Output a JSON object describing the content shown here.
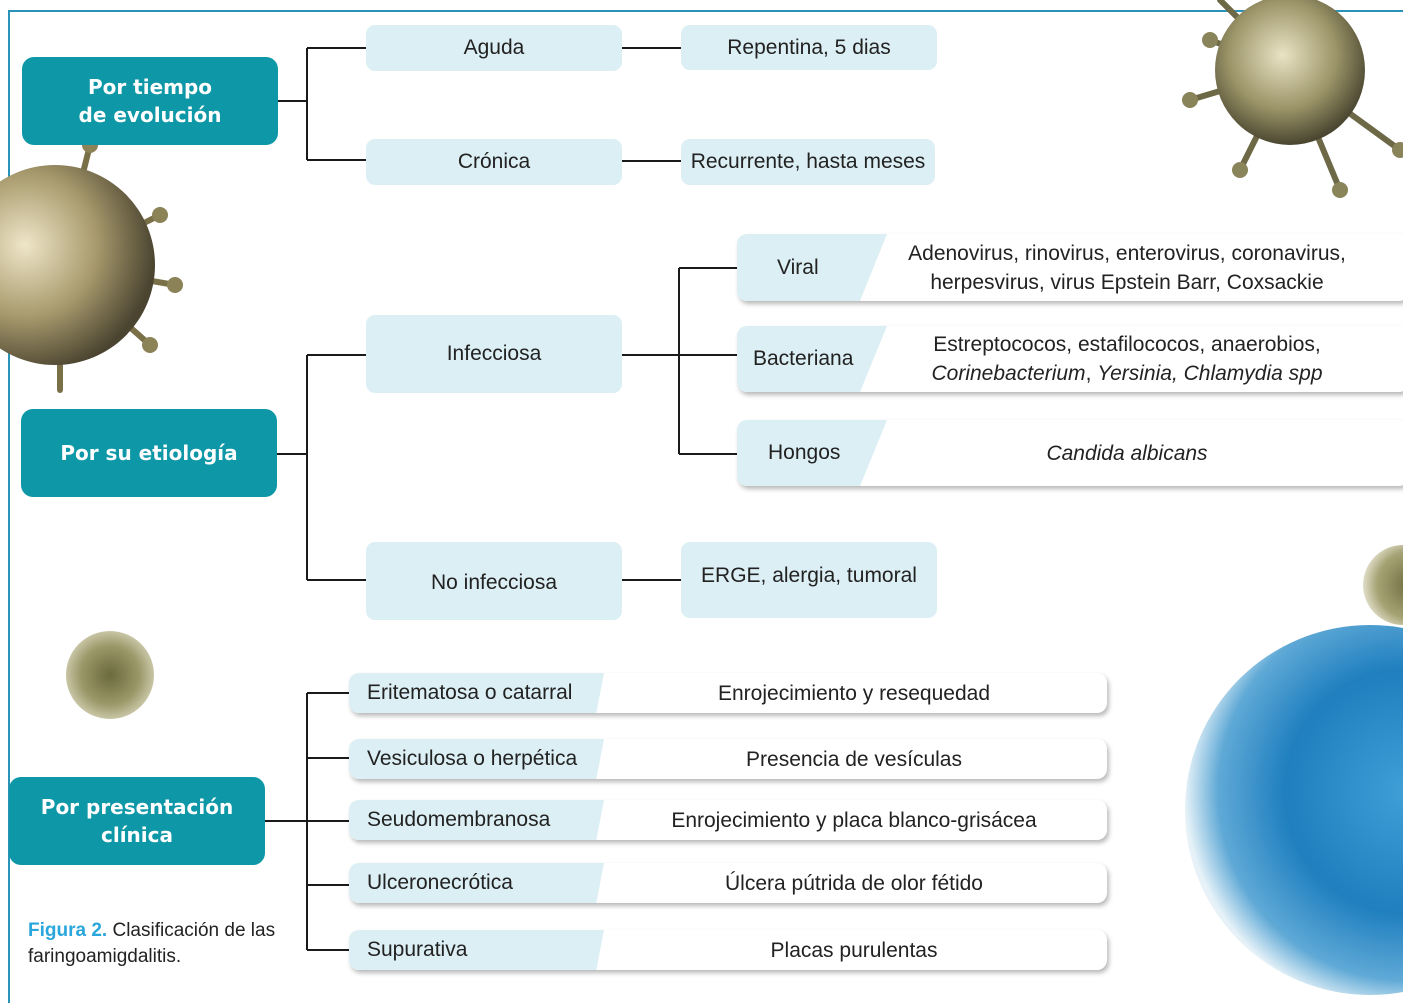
{
  "colors": {
    "category_bg": "#0e97a6",
    "node_bg": "#dceff4",
    "frame": "#2b93b8",
    "caption_accent": "#29a6dc",
    "line": "#1a1a1a"
  },
  "groups": {
    "tiempo": {
      "title": "Por tiempo\nde evolución",
      "aguda": {
        "label": "Aguda",
        "desc": "Repentina, 5 dias"
      },
      "cronica": {
        "label": "Crónica",
        "desc": "Recurrente, hasta meses"
      }
    },
    "etiologia": {
      "title": "Por su etiología",
      "infecciosa": {
        "label": "Infecciosa",
        "viral": {
          "label": "Viral",
          "line1": "Adenovirus, rinovirus, enterovirus, coronavirus,",
          "line2": "herpesvirus, virus Epstein Barr, Coxsackie"
        },
        "bacteriana": {
          "label": "Bacteriana",
          "line1": "Estreptococos, estafilococos, anaerobios,",
          "italic1": "Corinebacterium",
          "plain": ", ",
          "italic2": "Yersinia, Chlamydia spp"
        },
        "hongos": {
          "label": "Hongos",
          "text": "Candida albicans"
        }
      },
      "no_infecciosa": {
        "label": "No infecciosa",
        "desc": "ERGE, alergia, tumoral"
      }
    },
    "presentacion": {
      "title": "Por presentación\nclínica",
      "items": [
        {
          "label": "Eritematosa o catarral",
          "desc": "Enrojecimiento y resequedad"
        },
        {
          "label": "Vesiculosa o herpética",
          "desc": "Presencia de vesículas"
        },
        {
          "label": "Seudomembranosa",
          "desc": "Enrojecimiento y placa blanco-grisácea"
        },
        {
          "label": "Ulceronecrótica",
          "desc": "Úlcera pútrida de olor fétido"
        },
        {
          "label": "Supurativa",
          "desc": "Placas purulentas"
        }
      ]
    }
  },
  "caption": {
    "figure": "Figura 2.",
    "text": " Clasificación de las faringoamigdalitis."
  }
}
